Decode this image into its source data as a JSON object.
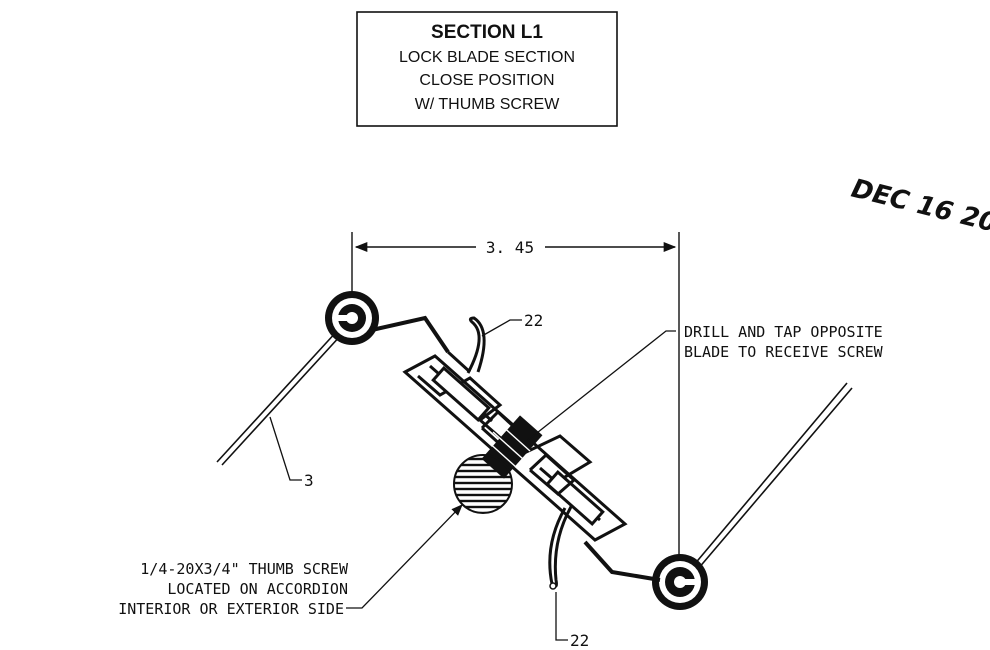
{
  "title_block": {
    "line1": "SECTION L1",
    "line2": "LOCK BLADE SECTION",
    "line3": "CLOSE POSITION",
    "line4": "W/ THUMB SCREW"
  },
  "stamp": "DEC 16 20",
  "dimension": {
    "value": "3. 45"
  },
  "callouts": {
    "ref_22_top": "22",
    "ref_22_bottom": "22",
    "ref_3": "3",
    "drill_line1": "DRILL AND TAP OPPOSITE",
    "drill_line2": "BLADE TO RECEIVE SCREW",
    "thumb_line1": "1/4-20X3/4\" THUMB SCREW",
    "thumb_line2": "LOCATED ON ACCORDION",
    "thumb_line3": "INTERIOR OR EXTERIOR SIDE"
  },
  "colors": {
    "ink": "#111111",
    "paper": "#ffffff"
  }
}
